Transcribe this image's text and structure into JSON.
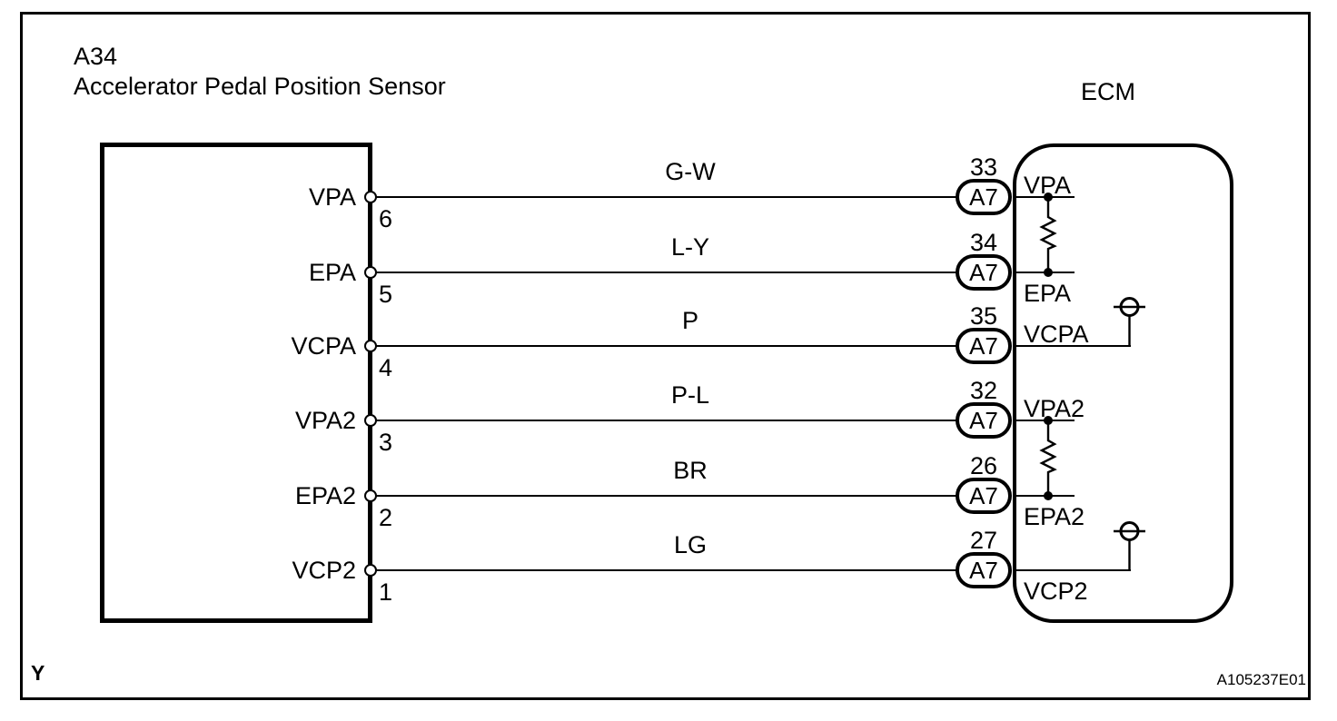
{
  "header": {
    "component_id": "A34",
    "component_name": "Accelerator Pedal Position Sensor",
    "ecm_title": "ECM"
  },
  "rows": [
    {
      "sensor_signal": "VPA",
      "sensor_pin": "6",
      "wire_color": "G-W",
      "ecm_pin": "33",
      "ecm_connector": "A7",
      "ecm_signal": "VPA"
    },
    {
      "sensor_signal": "EPA",
      "sensor_pin": "5",
      "wire_color": "L-Y",
      "ecm_pin": "34",
      "ecm_connector": "A7",
      "ecm_signal": "EPA"
    },
    {
      "sensor_signal": "VCPA",
      "sensor_pin": "4",
      "wire_color": "P",
      "ecm_pin": "35",
      "ecm_connector": "A7",
      "ecm_signal": "VCPA"
    },
    {
      "sensor_signal": "VPA2",
      "sensor_pin": "3",
      "wire_color": "P-L",
      "ecm_pin": "32",
      "ecm_connector": "A7",
      "ecm_signal": "VPA2"
    },
    {
      "sensor_signal": "EPA2",
      "sensor_pin": "2",
      "wire_color": "BR",
      "ecm_pin": "26",
      "ecm_connector": "A7",
      "ecm_signal": "EPA2"
    },
    {
      "sensor_signal": "VCP2",
      "sensor_pin": "1",
      "wire_color": "LG",
      "ecm_pin": "27",
      "ecm_connector": "A7",
      "ecm_signal": "VCP2"
    }
  ],
  "footer": {
    "page_marker": "Y",
    "figure_code": "A105237E01"
  },
  "colors": {
    "line": "#000000",
    "background": "#ffffff"
  }
}
